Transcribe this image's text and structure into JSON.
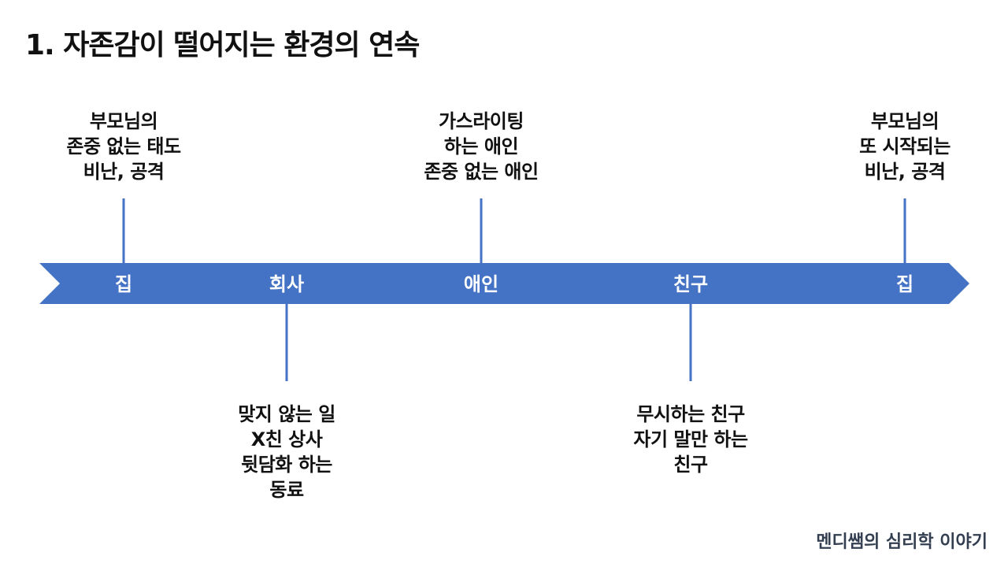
{
  "title": "1. 자존감이 떨어지는 환경의 연속",
  "colors": {
    "arrow": "#4472c4",
    "connector": "#4472c4",
    "label_text": "#ffffff",
    "footer_text": "#333f50"
  },
  "timeline": {
    "stops": [
      {
        "label": "집",
        "note_side": "top",
        "note_lines": [
          "부모님의",
          "존중 없는 태도",
          "비난, 공격"
        ]
      },
      {
        "label": "회사",
        "note_side": "bottom",
        "note_lines": [
          "맞지 않는 일",
          "X친 상사",
          "뒷담화 하는",
          "동료"
        ]
      },
      {
        "label": "애인",
        "note_side": "top",
        "note_lines": [
          "가스라이팅",
          "하는 애인",
          "존중 없는 애인"
        ]
      },
      {
        "label": "친구",
        "note_side": "bottom",
        "note_lines": [
          "무시하는 친구",
          "자기 말만 하는",
          "친구"
        ]
      },
      {
        "label": "집",
        "note_side": "top",
        "note_lines": [
          "부모님의",
          "또 시작되는",
          "비난, 공격"
        ]
      }
    ]
  },
  "footer": "멘디쌤의 심리학 이야기"
}
